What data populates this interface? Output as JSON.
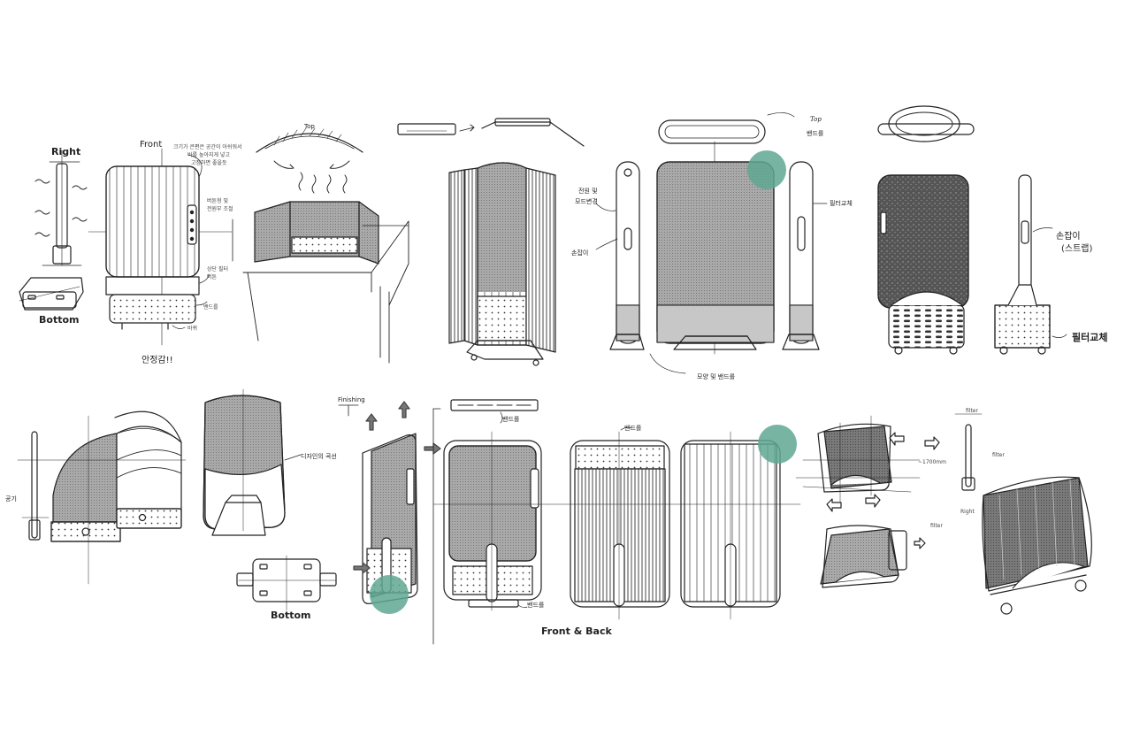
{
  "colors": {
    "ink": "#222222",
    "accent": "#5fa892",
    "mesh_dark": "#6f6f6f",
    "mesh_light": "#bdbdbd",
    "paper": "#ffffff"
  },
  "labels": {
    "right": "Right",
    "bottom_1": "Bottom",
    "front": "Front",
    "front_note_1": "크기가 큰편은 공간이 아쉬워서",
    "front_note_2": "바를 높아지게 넣고",
    "front_note_3": "고정하면 좋을듯",
    "side_note_1": "버튼형 및",
    "side_note_2": "전원부 조절",
    "mid_note_1": "상단 필터",
    "mid_note_2": "버튼",
    "pressure_note": "밴드를",
    "foot_note": "바퀴",
    "stable_note": "안정감!!",
    "top": "Top",
    "power_note_1": "전원 및",
    "power_note_2": "모드변경",
    "handle_note": "손잡이",
    "top_note_1": "Top",
    "top_note_2": "밴드를",
    "filter_swap": "필터교체",
    "base_note": "모양 및 밴드를",
    "handle_strap_1": "손잡이",
    "handle_strap_2": "(스트랩)",
    "filter_swap_2": "필터교체",
    "side_label_left": "공기",
    "curve_note": "디자인의 곡선",
    "bottom_2": "Bottom",
    "finishing": "Finishing",
    "band_top": "밴드를",
    "band_bottom": "밴드를",
    "band_top_2": "밴드를",
    "front_back": "Front & Back",
    "dim_1": "filter",
    "dim_2": "filter",
    "dim_3": "Right",
    "dim_4": "~1700mm",
    "dim_5": "filter"
  },
  "icons": {
    "airflow": "wave-arrow-icon",
    "direction": "arrow-icon",
    "accent_marker": "teal-circle-marker"
  }
}
